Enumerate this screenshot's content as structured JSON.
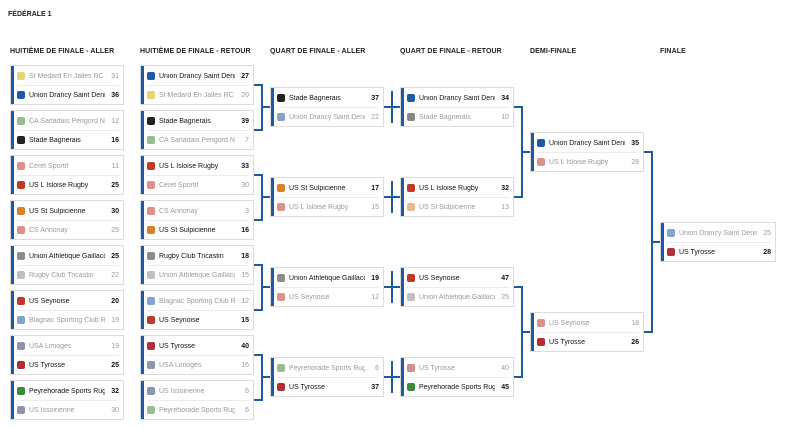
{
  "title": "FÉDÉRALE 1",
  "columns": [
    "HUITIÈME DE FINALE - ALLER",
    "HUITIÈME DE FINALE - RETOUR",
    "QUART DE FINALE - ALLER",
    "QUART DE FINALE - RETOUR",
    "DEMI-FINALE",
    "FINALE"
  ],
  "colors": {
    "accent": "#1d5aa6",
    "winner_text": "#111111",
    "loser_text": "#9a9a9a"
  },
  "rounds": [
    [
      {
        "teams": [
          {
            "name": "St Medard En Jalles RC",
            "score": "31",
            "win": false,
            "icon": "crest-yellow"
          },
          {
            "name": "Union Drancy Saint Denis R",
            "score": "36",
            "win": true,
            "icon": "crest-blue"
          }
        ]
      },
      {
        "teams": [
          {
            "name": "CA Sarladais Perigord Noir",
            "score": "12",
            "win": false,
            "icon": "crest-green"
          },
          {
            "name": "Stade Bagnerais",
            "score": "16",
            "win": true,
            "icon": "crest-black"
          }
        ]
      },
      {
        "teams": [
          {
            "name": "Ceret Sportif",
            "score": "11",
            "win": false,
            "icon": "crest-red"
          },
          {
            "name": "US L Isloise Rugby",
            "score": "25",
            "win": true,
            "icon": "crest-red"
          }
        ]
      },
      {
        "teams": [
          {
            "name": "US St Sulpicienne",
            "score": "30",
            "win": true,
            "icon": "crest-orange"
          },
          {
            "name": "CS Annonay",
            "score": "25",
            "win": false,
            "icon": "crest-red"
          }
        ]
      },
      {
        "teams": [
          {
            "name": "Union Athletique Gaillacoise",
            "score": "25",
            "win": true,
            "icon": "crest-grey"
          },
          {
            "name": "Rugby Club Tricastin",
            "score": "22",
            "win": false,
            "icon": "crest-grey"
          }
        ]
      },
      {
        "teams": [
          {
            "name": "US Seynoise",
            "score": "20",
            "win": true,
            "icon": "crest-red"
          },
          {
            "name": "Blagnac Sporting Club Rugby",
            "score": "19",
            "win": false,
            "icon": "crest-blue"
          }
        ]
      },
      {
        "teams": [
          {
            "name": "USA Limoges",
            "score": "19",
            "win": false,
            "icon": "crest-navy"
          },
          {
            "name": "US Tyrosse",
            "score": "25",
            "win": true,
            "icon": "crest-redblue"
          }
        ]
      },
      {
        "teams": [
          {
            "name": "Peyrehorade Sports Rugby",
            "score": "32",
            "win": true,
            "icon": "crest-green"
          },
          {
            "name": "US Issoirienne",
            "score": "30",
            "win": false,
            "icon": "crest-navy"
          }
        ]
      }
    ],
    [
      {
        "teams": [
          {
            "name": "Union Drancy Saint Denis R",
            "score": "27",
            "win": true,
            "icon": "crest-blue"
          },
          {
            "name": "St Medard En Jalles RC",
            "score": "20",
            "win": false,
            "icon": "crest-yellow"
          }
        ]
      },
      {
        "teams": [
          {
            "name": "Stade Bagnerais",
            "score": "39",
            "win": true,
            "icon": "crest-black"
          },
          {
            "name": "CA Sarladais Perigord Noir",
            "score": "7",
            "win": false,
            "icon": "crest-green"
          }
        ]
      },
      {
        "teams": [
          {
            "name": "US L Isloise Rugby",
            "score": "33",
            "win": true,
            "icon": "crest-red"
          },
          {
            "name": "Ceret Sportif",
            "score": "30",
            "win": false,
            "icon": "crest-red"
          }
        ]
      },
      {
        "teams": [
          {
            "name": "CS Annonay",
            "score": "3",
            "win": false,
            "icon": "crest-red"
          },
          {
            "name": "US St Sulpicienne",
            "score": "16",
            "win": true,
            "icon": "crest-orange"
          }
        ]
      },
      {
        "teams": [
          {
            "name": "Rugby Club Tricastin",
            "score": "18",
            "win": true,
            "icon": "crest-grey"
          },
          {
            "name": "Union Athletique Gaillacoise",
            "score": "15",
            "win": false,
            "icon": "crest-grey"
          }
        ]
      },
      {
        "teams": [
          {
            "name": "Blagnac Sporting Club Rugby",
            "score": "12",
            "win": false,
            "icon": "crest-blue"
          },
          {
            "name": "US Seynoise",
            "score": "15",
            "win": true,
            "icon": "crest-red"
          }
        ]
      },
      {
        "teams": [
          {
            "name": "US Tyrosse",
            "score": "40",
            "win": true,
            "icon": "crest-redblue"
          },
          {
            "name": "USA Limoges",
            "score": "16",
            "win": false,
            "icon": "crest-navy"
          }
        ]
      },
      {
        "teams": [
          {
            "name": "US Issoirienne",
            "score": "6",
            "win": false,
            "icon": "crest-navy"
          },
          {
            "name": "Peyrehorade Sports Rugby",
            "score": "6",
            "win": false,
            "icon": "crest-green"
          }
        ]
      }
    ],
    [
      {
        "teams": [
          {
            "name": "Stade Bagnerais",
            "score": "37",
            "win": true,
            "icon": "crest-black"
          },
          {
            "name": "Union Drancy Saint Denis R",
            "score": "22",
            "win": false,
            "icon": "crest-blue"
          }
        ]
      },
      {
        "teams": [
          {
            "name": "US St Sulpicienne",
            "score": "17",
            "win": true,
            "icon": "crest-orange"
          },
          {
            "name": "US L Isloise Rugby",
            "score": "15",
            "win": false,
            "icon": "crest-red"
          }
        ]
      },
      {
        "teams": [
          {
            "name": "Union Athletique Gaillacoise",
            "score": "19",
            "win": true,
            "icon": "crest-grey"
          },
          {
            "name": "US Seynoise",
            "score": "12",
            "win": false,
            "icon": "crest-red"
          }
        ]
      },
      {
        "teams": [
          {
            "name": "Peyrehorade Sports Rugby",
            "score": "6",
            "win": false,
            "icon": "crest-green"
          },
          {
            "name": "US Tyrosse",
            "score": "37",
            "win": true,
            "icon": "crest-redblue"
          }
        ]
      }
    ],
    [
      {
        "teams": [
          {
            "name": "Union Drancy Saint Denis R",
            "score": "34",
            "win": true,
            "icon": "crest-blue"
          },
          {
            "name": "Stade Bagnerais",
            "score": "10",
            "win": false,
            "icon": "crest-black"
          }
        ]
      },
      {
        "teams": [
          {
            "name": "US L Isloise Rugby",
            "score": "32",
            "win": true,
            "icon": "crest-red"
          },
          {
            "name": "US St Sulpicienne",
            "score": "13",
            "win": false,
            "icon": "crest-orange"
          }
        ]
      },
      {
        "teams": [
          {
            "name": "US Seynoise",
            "score": "47",
            "win": true,
            "icon": "crest-red"
          },
          {
            "name": "Union Athletique Gaillacoise",
            "score": "25",
            "win": false,
            "icon": "crest-grey"
          }
        ]
      },
      {
        "teams": [
          {
            "name": "US Tyrosse",
            "score": "40",
            "win": false,
            "icon": "crest-redblue"
          },
          {
            "name": "Peyrehorade Sports Rugby",
            "score": "45",
            "win": true,
            "icon": "crest-green"
          }
        ]
      }
    ],
    [
      {
        "teams": [
          {
            "name": "Union Drancy Saint Denis R",
            "score": "35",
            "win": true,
            "icon": "crest-blue"
          },
          {
            "name": "US L Isloise Rugby",
            "score": "28",
            "win": false,
            "icon": "crest-red"
          }
        ]
      },
      {
        "teams": [
          {
            "name": "US Seynoise",
            "score": "18",
            "win": false,
            "icon": "crest-red"
          },
          {
            "name": "US Tyrosse",
            "score": "26",
            "win": true,
            "icon": "crest-redblue"
          }
        ]
      }
    ],
    [
      {
        "teams": [
          {
            "name": "Union Drancy Saint Denis R",
            "score": "25",
            "win": false,
            "icon": "crest-blue"
          },
          {
            "name": "US Tyrosse",
            "score": "28",
            "win": true,
            "icon": "crest-redblue"
          }
        ]
      }
    ]
  ]
}
